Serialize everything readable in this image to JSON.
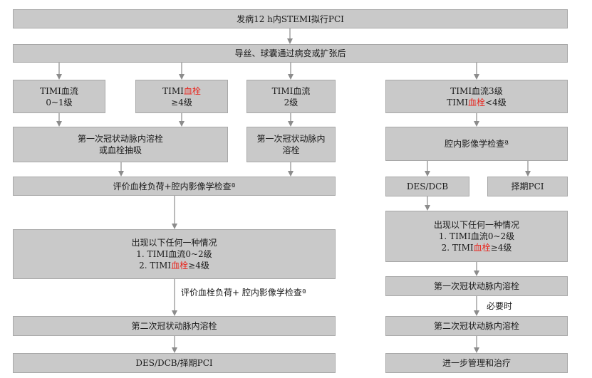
{
  "nodes": {
    "top": "发病12 h内STEMI拟行PCI",
    "wire": "导丝、球囊通过病变或扩张后",
    "timi01": [
      "TIMI血流",
      "0~1级"
    ],
    "timi_thrombus4": {
      "pre": "TIMI",
      "hl": "血栓",
      "line2": "≥4级"
    },
    "timi2": [
      "TIMI血流",
      "2级"
    ],
    "timi3": {
      "line1": "TIMI血流3级",
      "pre": "TIMI",
      "hl": "血栓",
      "post": "<4级"
    },
    "first_intracoronary_or_aspiration": [
      "第一次冠状动脉内溶栓",
      "或血栓抽吸"
    ],
    "first_intracoronary_left2": [
      "第一次冠状动脉内",
      "溶栓"
    ],
    "imaging_right": "腔内影像学检查ª",
    "assess_left": "评价血栓负荷+腔内影像学检查ª",
    "des_dcb": "DES/DCB",
    "elective_pci": "择期PCI",
    "either_left": {
      "title": "出现以下任何一种情况",
      "l1": "1. TIMI血流0~2级",
      "l2_pre": "2. TIMI",
      "l2_hl": "血栓",
      "l2_post": "≥4级"
    },
    "either_right": {
      "title": "出现以下任何一种情况",
      "l1": "1. TIMI血流0~2级",
      "l2_pre": "2. TIMI",
      "l2_hl": "血栓",
      "l2_post": "≥4级"
    },
    "second_left": "第二次冠状动脉内溶栓",
    "final_left": "DES/DCB/择期PCI",
    "first_right": "第一次冠状动脉内溶栓",
    "second_right": "第二次冠状动脉内溶栓",
    "final_right": "进一步管理和治疗"
  },
  "edge_labels": {
    "assess_again": "评价血栓负荷+ 腔内影像学检查ª",
    "if_needed": "必要时"
  },
  "colors": {
    "box": "#c9c9c9",
    "border": "#a8a8a8",
    "arrow": "#8c8c8c",
    "highlight": "#e8231b"
  }
}
